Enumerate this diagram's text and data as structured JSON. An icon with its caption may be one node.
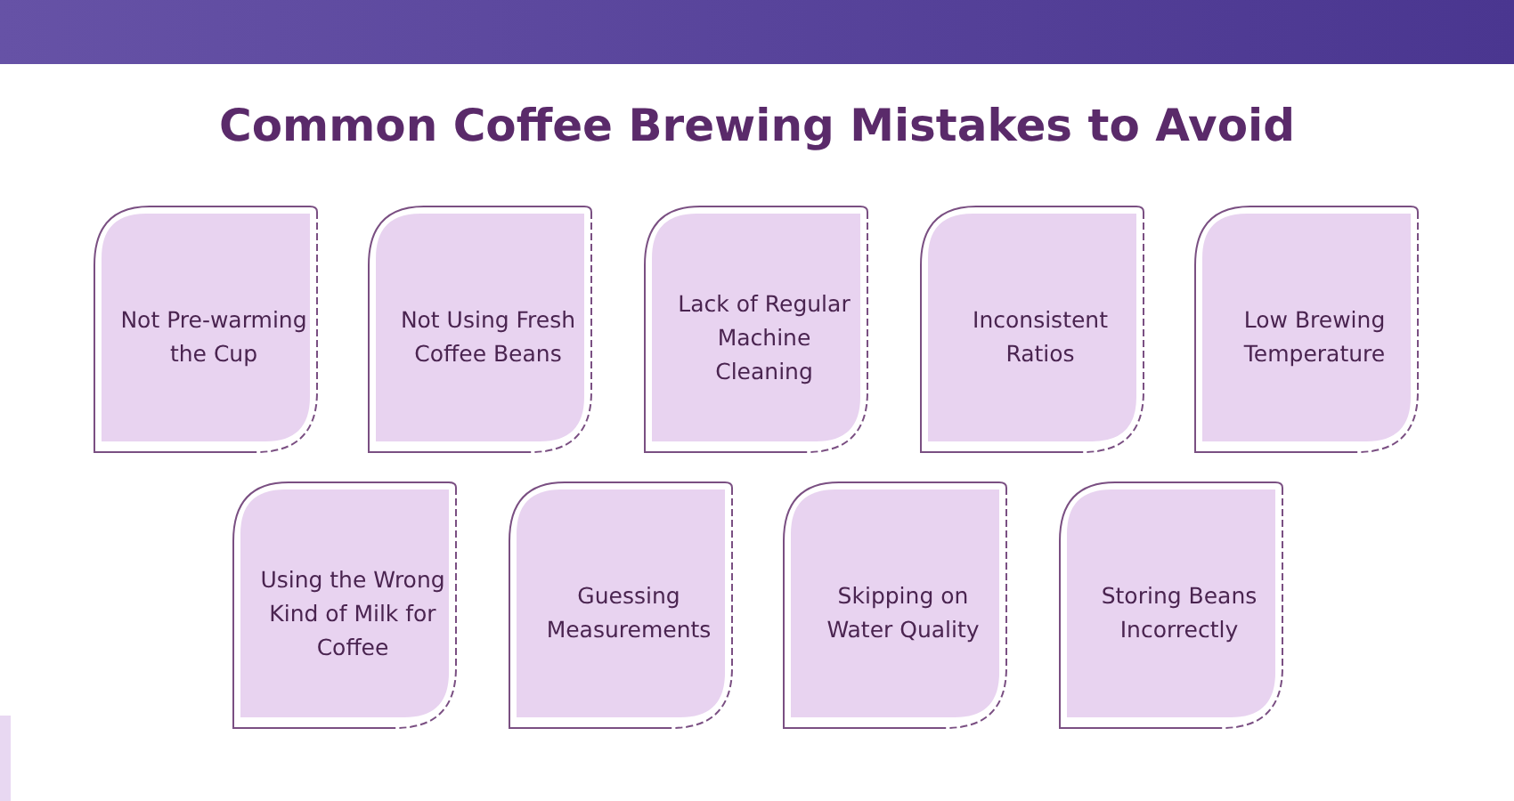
{
  "diagram": {
    "title": "Common Coffee Brewing Mistakes to Avoid",
    "nodes": [
      {
        "text": [
          "Not Pre-warming the Cup"
        ]
      },
      {
        "text": [
          "Not Using Fresh Coffee Beans"
        ]
      },
      {
        "text": [
          "Lack of Regular Machine Cleaning"
        ]
      },
      {
        "text": [
          "Inconsistent Ratios"
        ]
      },
      {
        "text": [
          "Low Brewing Temperature"
        ]
      },
      {
        "text": [
          "Using the Wrong Kind of Milk for Coffee"
        ]
      },
      {
        "text": [
          "Guessing Measurements"
        ]
      },
      {
        "text": [
          "Skipping on Water Quality"
        ]
      },
      {
        "text": [
          "Storing Beans Incorrectly"
        ]
      }
    ]
  }
}
